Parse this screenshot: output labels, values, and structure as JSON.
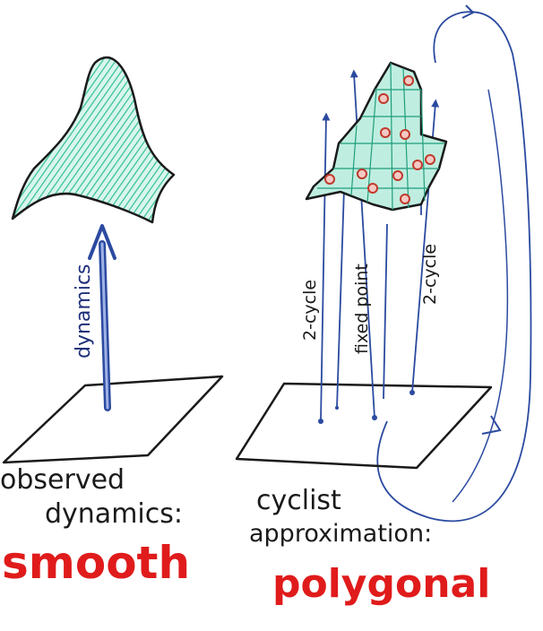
{
  "left_panel": {
    "arrow_label": "dynamics",
    "caption_line1": "observed",
    "caption_line2": "dynamics:",
    "caption_word": "smooth"
  },
  "right_panel": {
    "label_left_cycle": "2-cycle",
    "label_fixed_point": "fixed point",
    "label_right_cycle": "2-cycle",
    "caption_line1": "cyclist",
    "caption_line2": "approximation:",
    "caption_word": "polygonal"
  },
  "colors": {
    "ink": "#1a1a1a",
    "teal_fill": "#3cc9a6",
    "blue_arrow": "#2b4aa0",
    "red_word": "#e01b1b",
    "red_dot": "#c0392b"
  }
}
